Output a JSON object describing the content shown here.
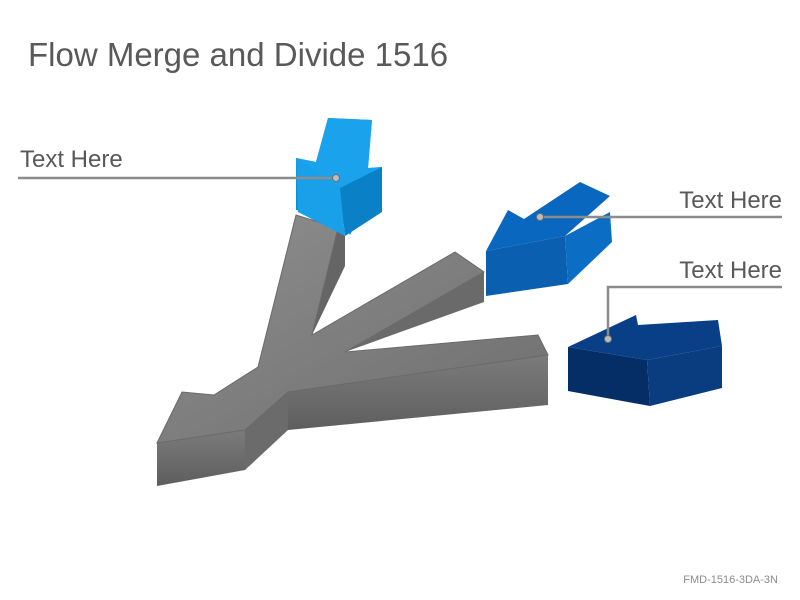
{
  "title": "Flow Merge and Divide 1516",
  "labels": {
    "top_left": "Text Here",
    "middle_right": "Text Here",
    "bottom_right": "Text Here"
  },
  "footer_code": "FMD-1516-3DA-3N",
  "colors": {
    "gray_arrow": "#7a7a7a",
    "arrow_light_blue": "#1aa3ec",
    "arrow_mid_blue": "#0a63b8",
    "arrow_dark_blue": "#083b7a",
    "callout_line": "#8c8c8c"
  }
}
